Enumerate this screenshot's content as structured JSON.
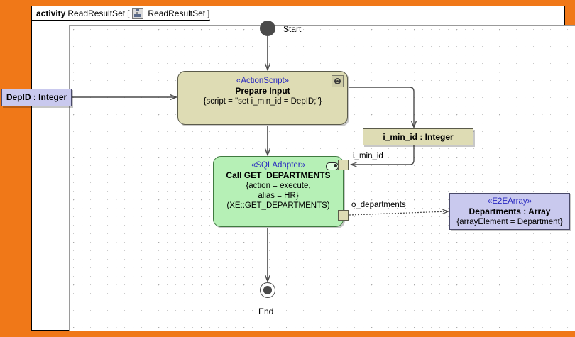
{
  "frame": {
    "keyword": "activity",
    "name": "ReadResultSet",
    "open_bracket": "[",
    "icon": "activity-diagram-icon",
    "ref": "ReadResultSet",
    "close_bracket": "]"
  },
  "diagram": {
    "start": {
      "label": "Start",
      "shape": "filled-circle"
    },
    "end": {
      "label": "End",
      "shape": "final-node-circle"
    },
    "nodes": [
      {
        "id": "prepare-input",
        "stereotype": "«ActionScript»",
        "name": "Prepare Input",
        "properties": "{script = \"set i_min_id = DepID;\"}",
        "color": "#DEDCB4",
        "icon": "script-gear-icon"
      },
      {
        "id": "call-get-departments",
        "stereotype": "«SQLAdapter»",
        "name": "Call GET_DEPARTMENTS",
        "properties_line1": "{action = execute,",
        "properties_line2": "alias = HR}",
        "properties_line3": "(XE::GET_DEPARTMENTS)",
        "color": "#B6F0B6",
        "icon": "adapter-pill-icon"
      }
    ],
    "objects": [
      {
        "id": "depid",
        "name": "DepID : Integer",
        "color": "#C9C9EE"
      },
      {
        "id": "i-min-id",
        "name": "i_min_id : Integer",
        "color": "#DEDCB4"
      },
      {
        "id": "departments",
        "stereotype": "«E2EArray»",
        "name": "Departments : Array",
        "properties": "{arrayElement = Department}",
        "color": "#C9C9EE"
      }
    ],
    "pins": [
      {
        "id": "pin-in",
        "label": "i_min_id",
        "kind": "input"
      },
      {
        "id": "pin-out",
        "label": "o_departments",
        "kind": "output"
      }
    ]
  },
  "colors": {
    "background": "#F07818",
    "canvas": "#FFFFFF",
    "stereotype_text": "#2A2AC0",
    "edge": "#4A4A4A"
  }
}
